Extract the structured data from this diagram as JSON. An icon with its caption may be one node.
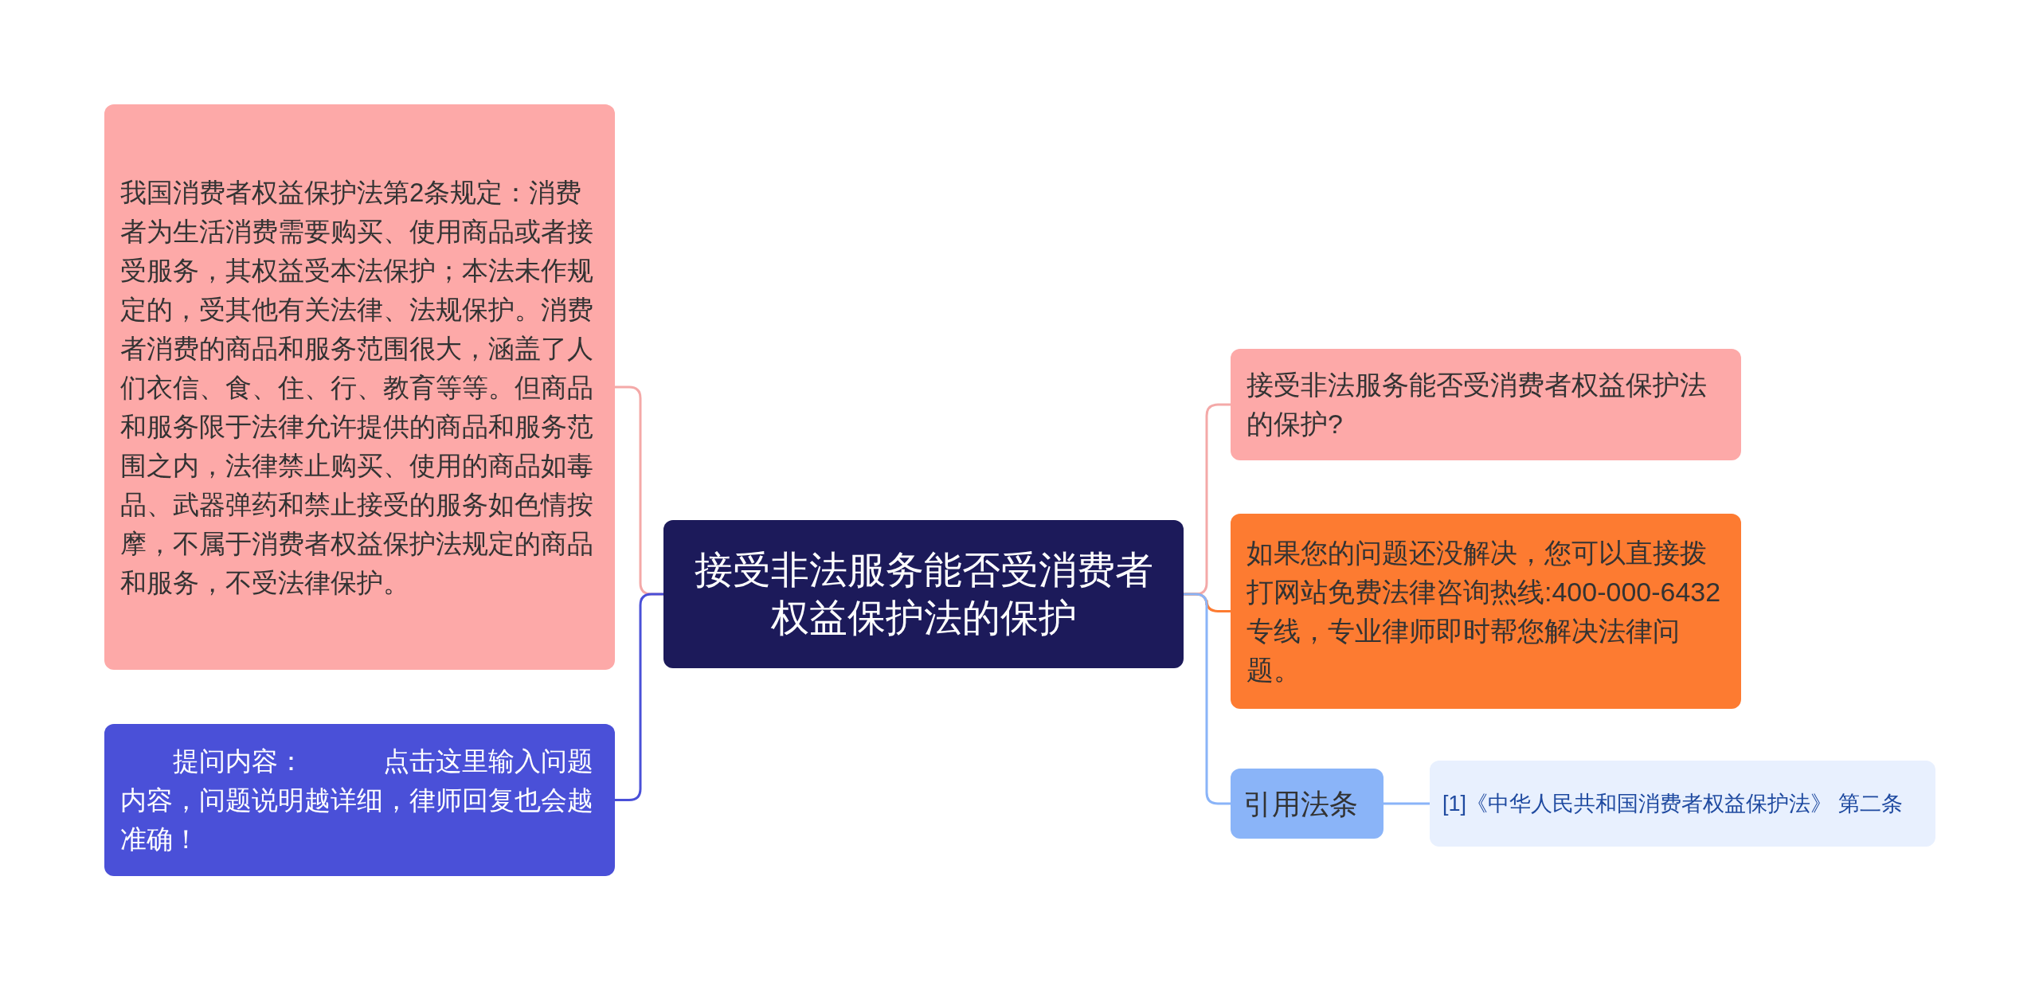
{
  "diagram": {
    "nodes": [
      {
        "text": [
          "接受非法服务能否受消费者权益保护法的保护"
        ]
      },
      {
        "text": [
          "我国消费者权益保护法第2条规定：消费者为生活消费需要购买、使用商品或者接受服务，其权益受本法保护；本法未作规定的，受其他有关法律、法规保护。消费者消费的商品和服务范围很大，涵盖了人们衣信、食、住、行、教育等等。但商品和服务限于法律允许提供的商品和服务范围之内，法律禁止购买、使用的商品如毒品、武器弹药和禁止接受的服务如色情按摩，不属于消费者权益保护法规定的商品和服务，不受法律保护。"
        ]
      },
      {
        "text": [
          "提问内容：　　　点击这里输入问题内容，问题说明越详细，律师回复也会越准确！"
        ]
      },
      {
        "text": [
          "接受非法服务能否受消费者权益保护法的保护?"
        ]
      },
      {
        "text": [
          "如果您的问题还没解决，您可以直接拨打网站免费法律咨询热线:400-000-6432专线，专业律师即时帮您解决法律问题。"
        ]
      },
      {
        "text": [
          "引用法条"
        ]
      },
      {
        "text": [
          "[1]《中华人民共和国消费者权益保护法》 第二条"
        ]
      }
    ],
    "edges": [
      {
        "from": 0,
        "to": 1,
        "arrow": "none",
        "color": "#f4a9a8"
      },
      {
        "from": 0,
        "to": 2,
        "arrow": "none",
        "color": "#4a50d8"
      },
      {
        "from": 0,
        "to": 3,
        "arrow": "none",
        "color": "#f4a9a8"
      },
      {
        "from": 0,
        "to": 4,
        "arrow": "none",
        "color": "#fd7b31"
      },
      {
        "from": 0,
        "to": 5,
        "arrow": "none",
        "color": "#8ab4f8"
      },
      {
        "from": 5,
        "to": 6,
        "arrow": "none",
        "color": "#8ab4f8"
      }
    ]
  }
}
